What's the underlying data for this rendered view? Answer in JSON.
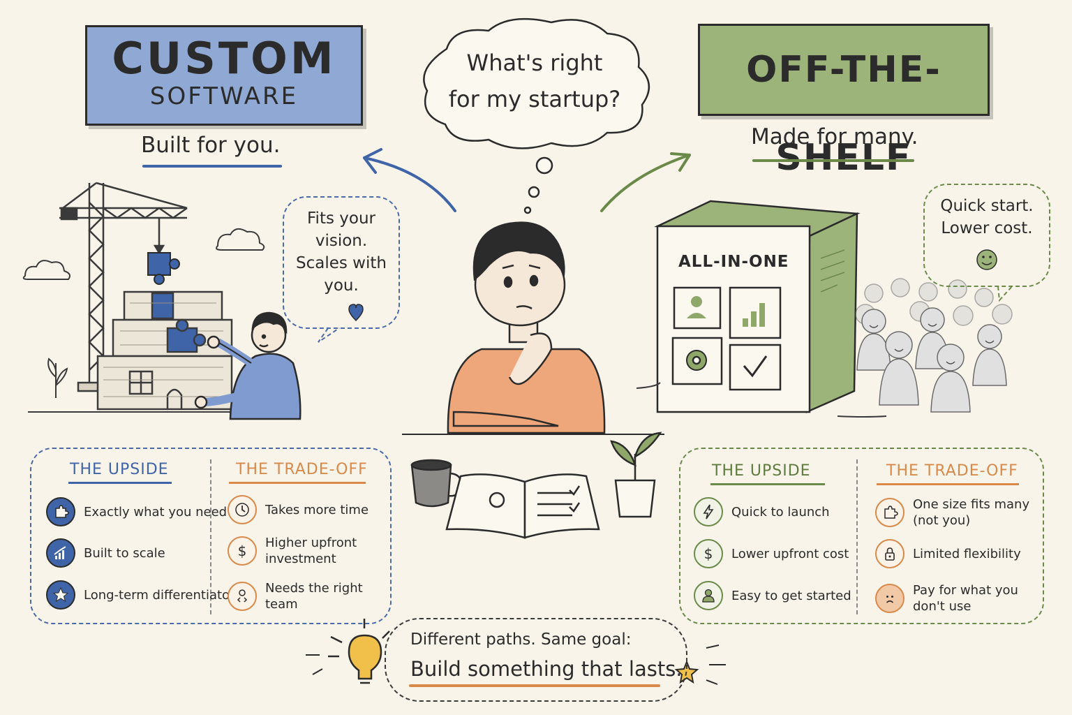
{
  "left": {
    "title_main": "CUSTOM",
    "title_sub": "SOFTWARE",
    "tagline": "Built for you.",
    "bubble_lines": [
      "Fits your",
      "vision.",
      "Scales with",
      "you."
    ],
    "upside_heading": "THE UPSIDE",
    "tradeoff_heading": "THE TRADE-OFF",
    "upside_items": [
      {
        "label": "Exactly what you need",
        "icon": "puzzle-icon"
      },
      {
        "label": "Built to scale",
        "icon": "growth-chart-icon"
      },
      {
        "label": "Long-term differentiator",
        "icon": "star-icon"
      }
    ],
    "tradeoff_items": [
      {
        "label": "Takes more time",
        "icon": "clock-icon"
      },
      {
        "label": "Higher upfront\ninvestment",
        "icon": "dollar-icon"
      },
      {
        "label": "Needs the right\nteam",
        "icon": "developer-icon"
      }
    ]
  },
  "center": {
    "thought_lines": [
      "What's right",
      "for my startup?"
    ]
  },
  "right": {
    "title_main": "OFF-THE-SHELF",
    "tagline": "Made for many.",
    "box_label": "ALL-IN-ONE",
    "bubble_lines": [
      "Quick start.",
      "Lower cost."
    ],
    "upside_heading": "THE UPSIDE",
    "tradeoff_heading": "THE TRADE-OFF",
    "upside_items": [
      {
        "label": "Quick to launch",
        "icon": "lightning-icon"
      },
      {
        "label": "Lower upfront cost",
        "icon": "dollar-icon"
      },
      {
        "label": "Easy to get started",
        "icon": "user-icon"
      }
    ],
    "tradeoff_items": [
      {
        "label": "One size fits many\n(not you)",
        "icon": "puzzle-icon"
      },
      {
        "label": "Limited flexibility",
        "icon": "lock-icon"
      },
      {
        "label": "Pay for what you\ndon't use",
        "icon": "sad-face-icon"
      }
    ]
  },
  "footer": {
    "line1": "Different paths. Same goal:",
    "line2": "Build something that lasts."
  },
  "colors": {
    "custom_blue": "#8fa9d4",
    "shelf_green": "#9cb47a",
    "accent_orange": "#d9894a",
    "shirt_orange": "#eea77a"
  }
}
